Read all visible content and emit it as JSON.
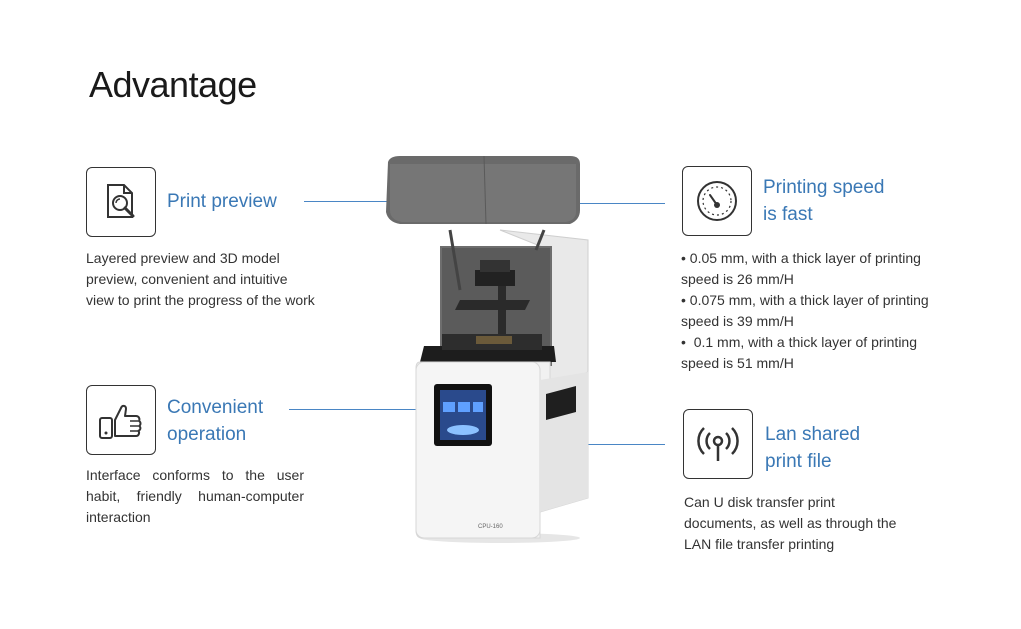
{
  "page": {
    "title": "Advantage"
  },
  "features": {
    "print_preview": {
      "title": "Print preview",
      "icon": "magnifier-document-icon",
      "desc": "Layered preview and 3D model preview, convenient and intuitive view to print the progress of the work"
    },
    "convenient_operation": {
      "title_line1": "Convenient",
      "title_line2": "operation",
      "icon": "thumbs-up-phone-icon",
      "desc": "Interface conforms to the user habit, friendly human-computer interaction"
    },
    "printing_speed": {
      "title_line1": "Printing speed",
      "title_line2": "is fast",
      "icon": "speedometer-icon",
      "items": [
        {
          "line1": "0.05 mm, with a thick layer of printing",
          "line2": "speed is 26 mm/H"
        },
        {
          "line1": "0.075 mm, with a thick layer of printing",
          "line2": "speed is 39 mm/H"
        },
        {
          "line1": "0.1 mm, with a thick layer of printing",
          "line2": "speed is 51 mm/H"
        }
      ]
    },
    "lan_shared": {
      "title_line1": "Lan shared",
      "title_line2": "print file",
      "icon": "wireless-signal-icon",
      "desc": "Can U disk transfer print documents, as well as through the LAN file transfer printing"
    }
  },
  "printer": {
    "label": "CPU-160"
  },
  "colors": {
    "accent": "#3a78b5",
    "line": "#4a86c5"
  }
}
